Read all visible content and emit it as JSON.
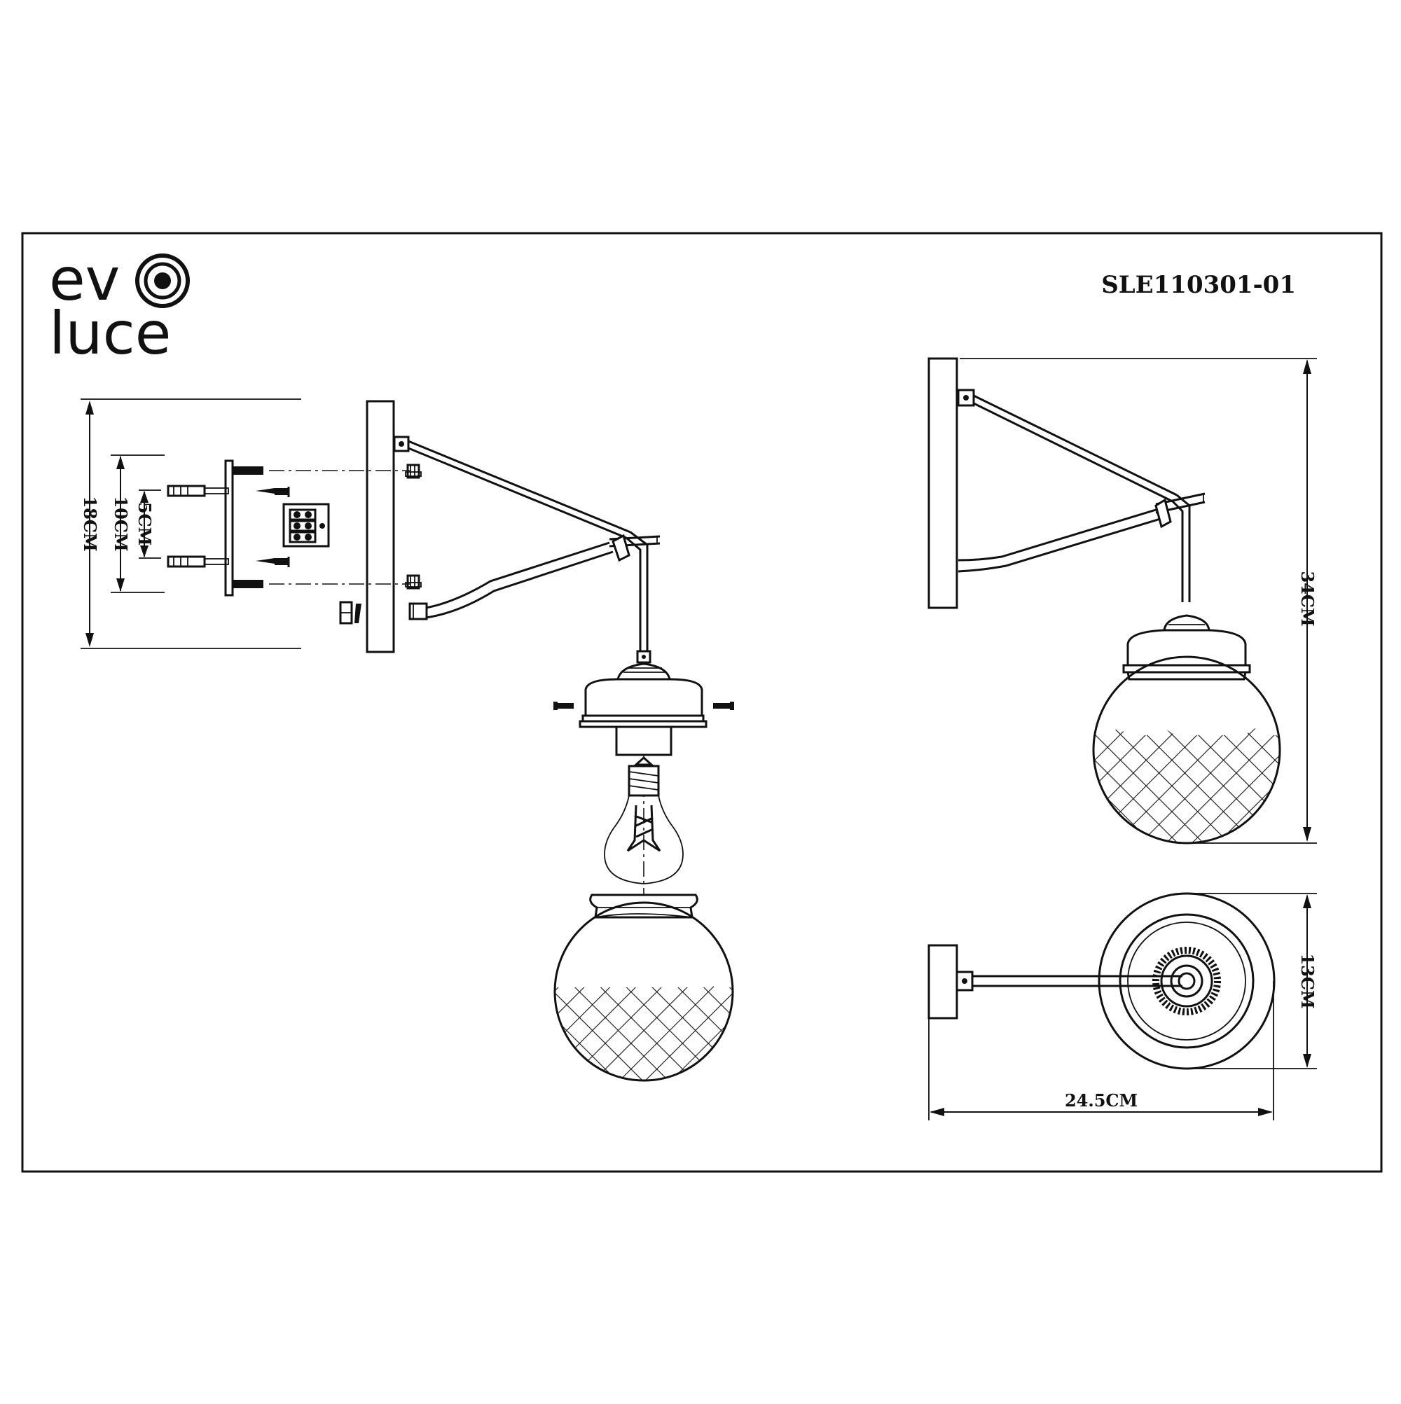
{
  "brand": {
    "line1": "ev",
    "line2": "luce",
    "logo_icon": "concentric-circle-o-icon"
  },
  "model": "SLE110301-01",
  "dimensions": {
    "overall_plate_height": "18CM",
    "mount_spacing": "10CM",
    "screw_spacing": "5CM",
    "total_height": "34CM",
    "shade_diameter": "13CM",
    "projection": "24.5CM"
  },
  "colors": {
    "ink": "#111111",
    "paper": "#ffffff"
  }
}
